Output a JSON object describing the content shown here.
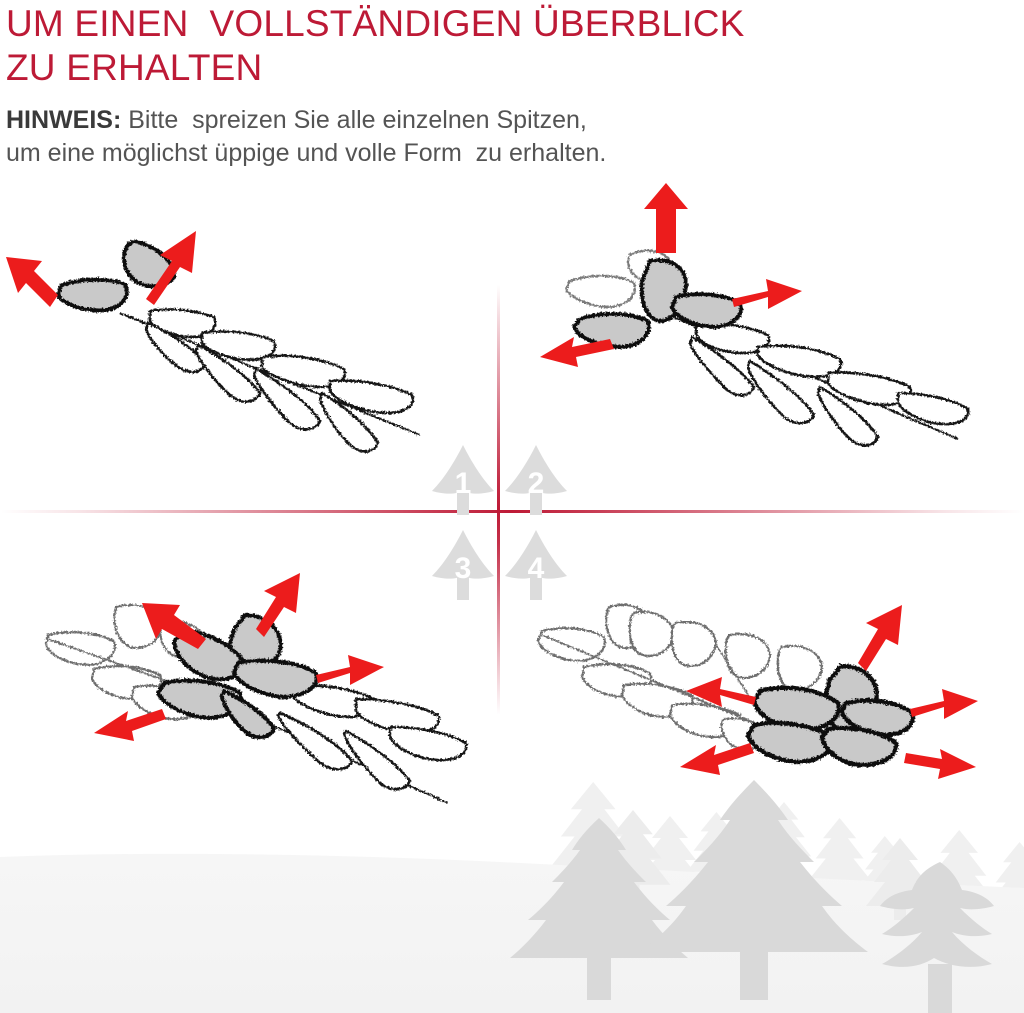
{
  "header": {
    "title_line_1": "UM EINEN  VOLLSTÄNDIGEN ÜBERBLICK",
    "title_line_2": "ZU ERHALTEN",
    "note_label": "HINWEIS:",
    "note_line_1": " Bitte  spreizen Sie alle einzelnen Spitzen,",
    "note_line_2": "um eine möglichst üppige und volle Form  zu erhalten."
  },
  "colors": {
    "title_red": "#bd1a36",
    "arrow_red": "#ec1c1c",
    "divider_red": "#be1a36",
    "note_label_gray": "#3a3a3a",
    "note_text_gray": "#545454",
    "branch_outline": "#111111",
    "branch_highlight_fill": "#c9c9c9",
    "branch_ghost_outline": "#6e6e6e",
    "tree_badge_gray": "#dcdcdc",
    "badge_number_white": "#ffffff",
    "snow_light": "#f4f4f4",
    "forest_gray": "#d8d8d8",
    "background": "#ffffff"
  },
  "quadrants": [
    {
      "id": 1,
      "number": "1",
      "position": "top-left",
      "arrow_count": 2
    },
    {
      "id": 2,
      "number": "2",
      "position": "top-right",
      "arrow_count": 3
    },
    {
      "id": 3,
      "number": "3",
      "position": "bottom-left",
      "arrow_count": 4
    },
    {
      "id": 4,
      "number": "4",
      "position": "bottom-right",
      "arrow_count": 5
    }
  ],
  "panels": [
    {
      "step": 1,
      "label": "step-1-spread-first-pair",
      "highlighted_tips": 2,
      "arrows": [
        "up-right",
        "up-left"
      ]
    },
    {
      "step": 2,
      "label": "step-2-spread-second-set",
      "highlighted_tips": 3,
      "arrows": [
        "up",
        "right",
        "down-left"
      ]
    },
    {
      "step": 3,
      "label": "step-3-spread-third-set",
      "highlighted_tips": 5,
      "arrows": [
        "up-right",
        "up-left",
        "right",
        "down-left"
      ]
    },
    {
      "step": 4,
      "label": "step-4-spread-all-tips",
      "highlighted_tips": 5,
      "arrows": [
        "up-right",
        "right",
        "down-right",
        "up-left",
        "down-left"
      ]
    }
  ],
  "decoration": {
    "forest_label": "decorative-forest-silhouette",
    "snow_hill_label": "snow-hill"
  }
}
